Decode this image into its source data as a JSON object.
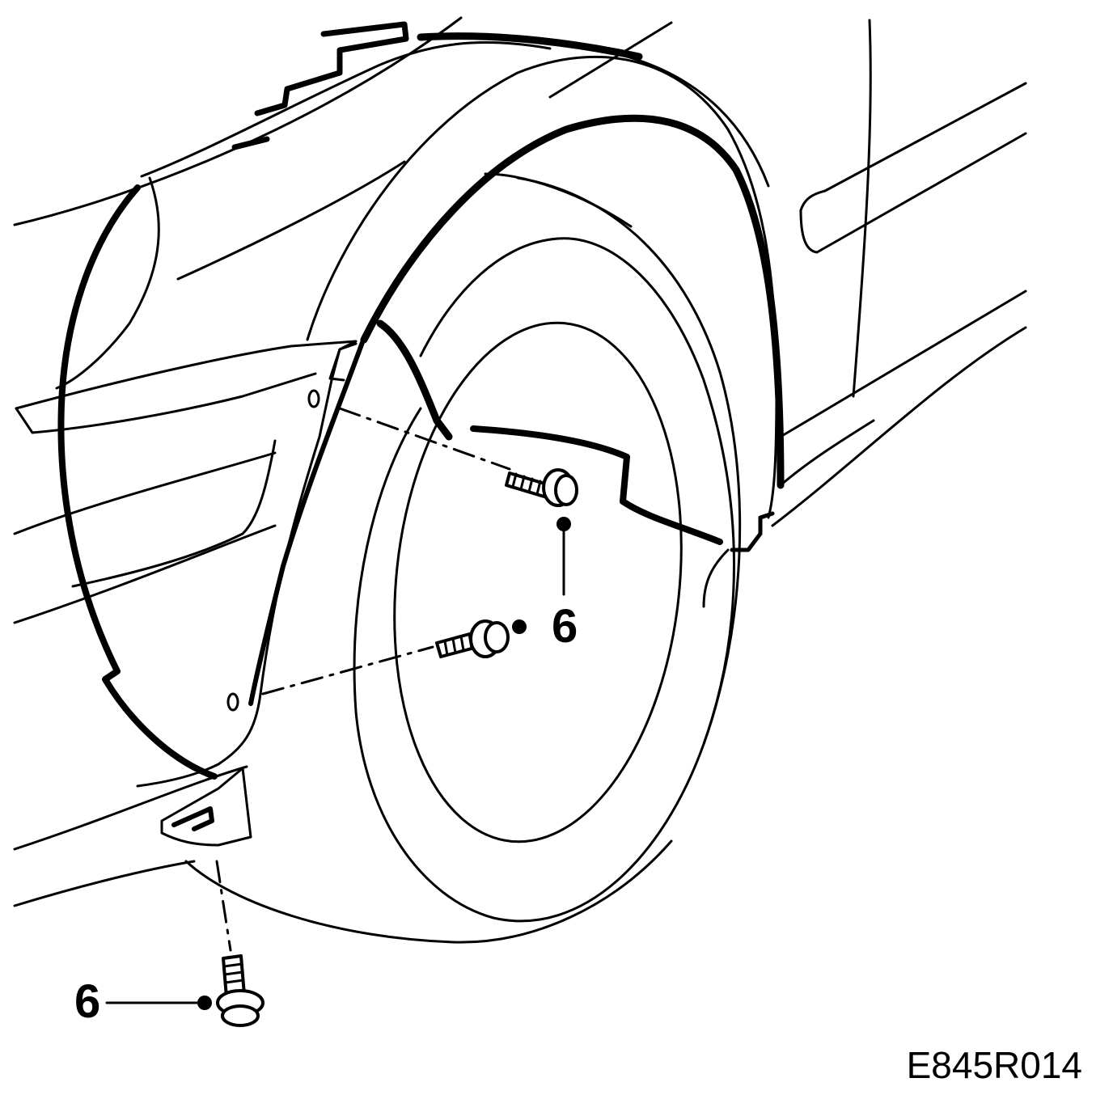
{
  "callouts": {
    "upper_right": "6",
    "lower_left": "6"
  },
  "figure_id": "E845R014",
  "colors": {
    "line": "#000000",
    "background": "#ffffff"
  }
}
